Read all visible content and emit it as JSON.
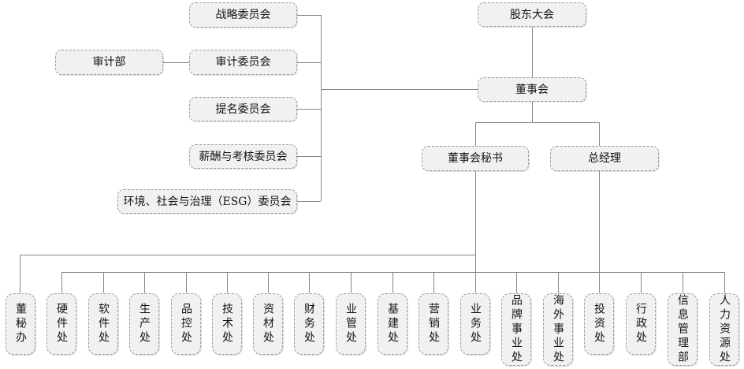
{
  "diagram": {
    "type": "org-chart",
    "colors": {
      "background": "#ffffff",
      "node_fill": "#f1f1f1",
      "node_border": "#9b9b9b",
      "connector": "#878787",
      "text": "#141414"
    }
  },
  "nodes": {
    "shareholders_meeting": {
      "label": "股东大会"
    },
    "board": {
      "label": "董事会"
    },
    "strategy_committee": {
      "label": "战略委员会"
    },
    "audit_department": {
      "label": "审计部"
    },
    "audit_committee": {
      "label": "审计委员会"
    },
    "nomination_committee": {
      "label": "提名委员会"
    },
    "remuneration_committee": {
      "label": "薪酬与考核委员会"
    },
    "esg_committee": {
      "label": "环境、社会与治理（ESG）委员会"
    },
    "board_secretary": {
      "label": "董事会秘书"
    },
    "general_manager": {
      "label": "总经理"
    }
  },
  "departments": [
    {
      "label": "董秘办"
    },
    {
      "label": "硬件处"
    },
    {
      "label": "软件处"
    },
    {
      "label": "生产处"
    },
    {
      "label": "品控处"
    },
    {
      "label": "技术处"
    },
    {
      "label": "资材处"
    },
    {
      "label": "财务处"
    },
    {
      "label": "业管处"
    },
    {
      "label": "基建处"
    },
    {
      "label": "营销处"
    },
    {
      "label": "业务处"
    },
    {
      "label": "品牌事业处"
    },
    {
      "label": "海外事业处"
    },
    {
      "label": "投资处"
    },
    {
      "label": "行政处"
    },
    {
      "label": "信息管理部"
    },
    {
      "label": "人力资源处"
    }
  ],
  "hierarchy": {
    "top": "股东大会",
    "board_committees": [
      "战略委员会",
      "审计委员会",
      "提名委员会",
      "薪酬与考核委员会",
      "环境、社会与治理（ESG）委员会"
    ],
    "audit_committee_link": "审计部",
    "board_children": [
      "董事会秘书",
      "总经理"
    ],
    "board_secretary_departments": [
      "董秘办"
    ],
    "general_manager_departments": [
      "硬件处",
      "软件处",
      "生产处",
      "品控处",
      "技术处",
      "资材处",
      "财务处",
      "业管处",
      "基建处",
      "营销处",
      "业务处",
      "品牌事业处",
      "海外事业处",
      "投资处",
      "行政处",
      "信息管理部",
      "人力资源处"
    ]
  }
}
